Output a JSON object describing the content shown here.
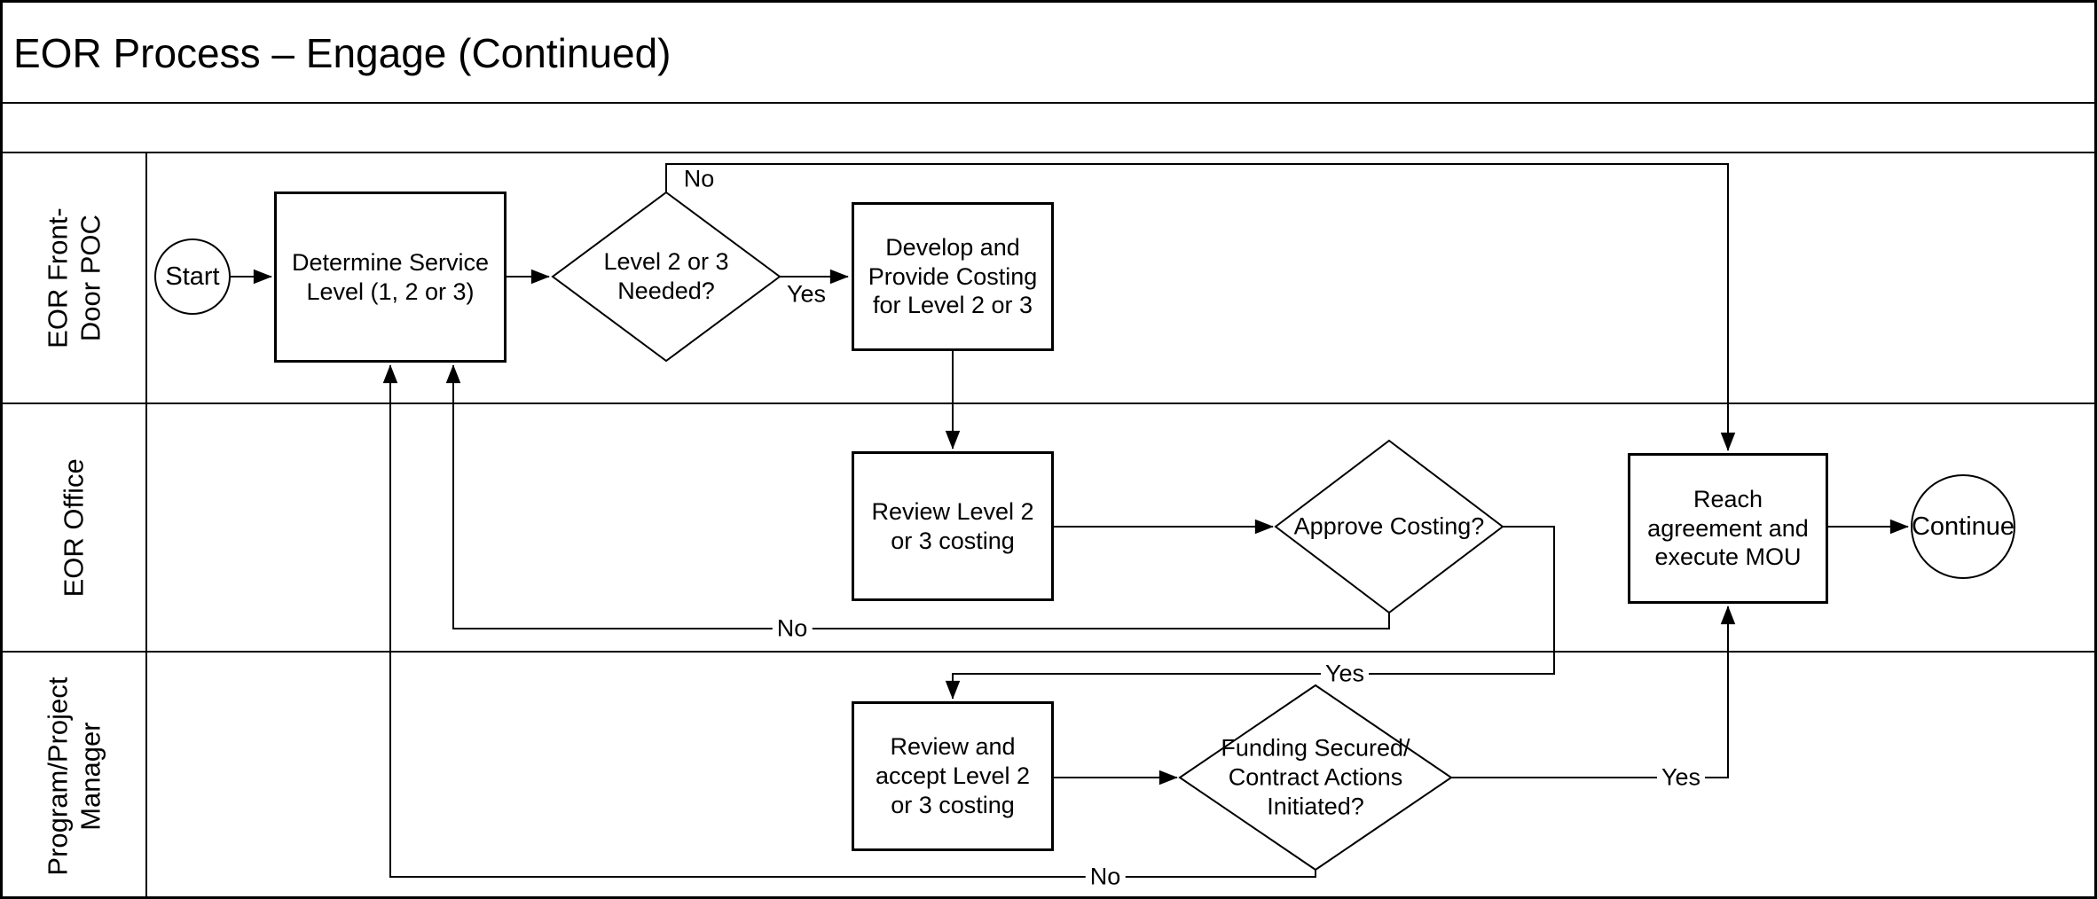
{
  "title": "EOR Process – Engage (Continued)",
  "lanes": [
    {
      "label": "EOR Front-Door POC"
    },
    {
      "label": "EOR Office"
    },
    {
      "label": "Program/Project Manager"
    }
  ],
  "nodes": {
    "start": {
      "label": "Start"
    },
    "determine_service_level": {
      "label": "Determine Service Level (1, 2 or 3)"
    },
    "level_2_or_3_needed": {
      "label": "Level 2 or 3 Needed?"
    },
    "develop_provide_costing": {
      "label": "Develop and Provide Costing for Level 2 or 3"
    },
    "review_costing": {
      "label": "Review Level 2 or 3 costing"
    },
    "approve_costing": {
      "label": "Approve Costing?"
    },
    "reach_agreement": {
      "label": "Reach agreement and execute MOU"
    },
    "continue_node": {
      "label": "Continue"
    },
    "review_accept_costing": {
      "label": "Review and accept Level 2 or 3 costing"
    },
    "funding_secured": {
      "label": "Funding Secured/ Contract Actions Initiated?"
    }
  },
  "edge_labels": {
    "level_needed_no": "No",
    "level_needed_yes": "Yes",
    "approve_no": "No",
    "approve_yes": "Yes",
    "funding_yes": "Yes",
    "funding_no": "No"
  },
  "colors": {
    "line": "#000000",
    "background": "#ffffff"
  }
}
